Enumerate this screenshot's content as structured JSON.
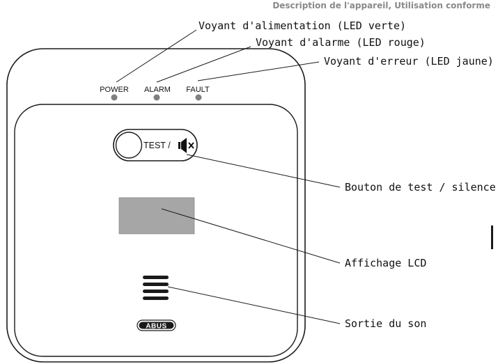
{
  "header": {
    "title": "Description de l'appareil, Utilisation conforme"
  },
  "device": {
    "led_labels": [
      "POWER",
      "ALARM",
      "FAULT"
    ],
    "button_label": "TEST /",
    "logo_text": "ABUS",
    "colors": {
      "outline": "#1a1a1a",
      "led": "#808080",
      "lcd": "#a6a6a6",
      "speaker": "#1a1a1a"
    }
  },
  "callouts": {
    "power": "Voyant d'alimentation (LED verte)",
    "alarm": "Voyant d'alarme (LED rouge)",
    "fault": "Voyant d'erreur (LED jaune)",
    "test": "Bouton de test / silence",
    "lcd": "Affichage LCD",
    "sound": "Sortie du son"
  },
  "icons": {
    "mute": "speaker-mute-icon"
  }
}
